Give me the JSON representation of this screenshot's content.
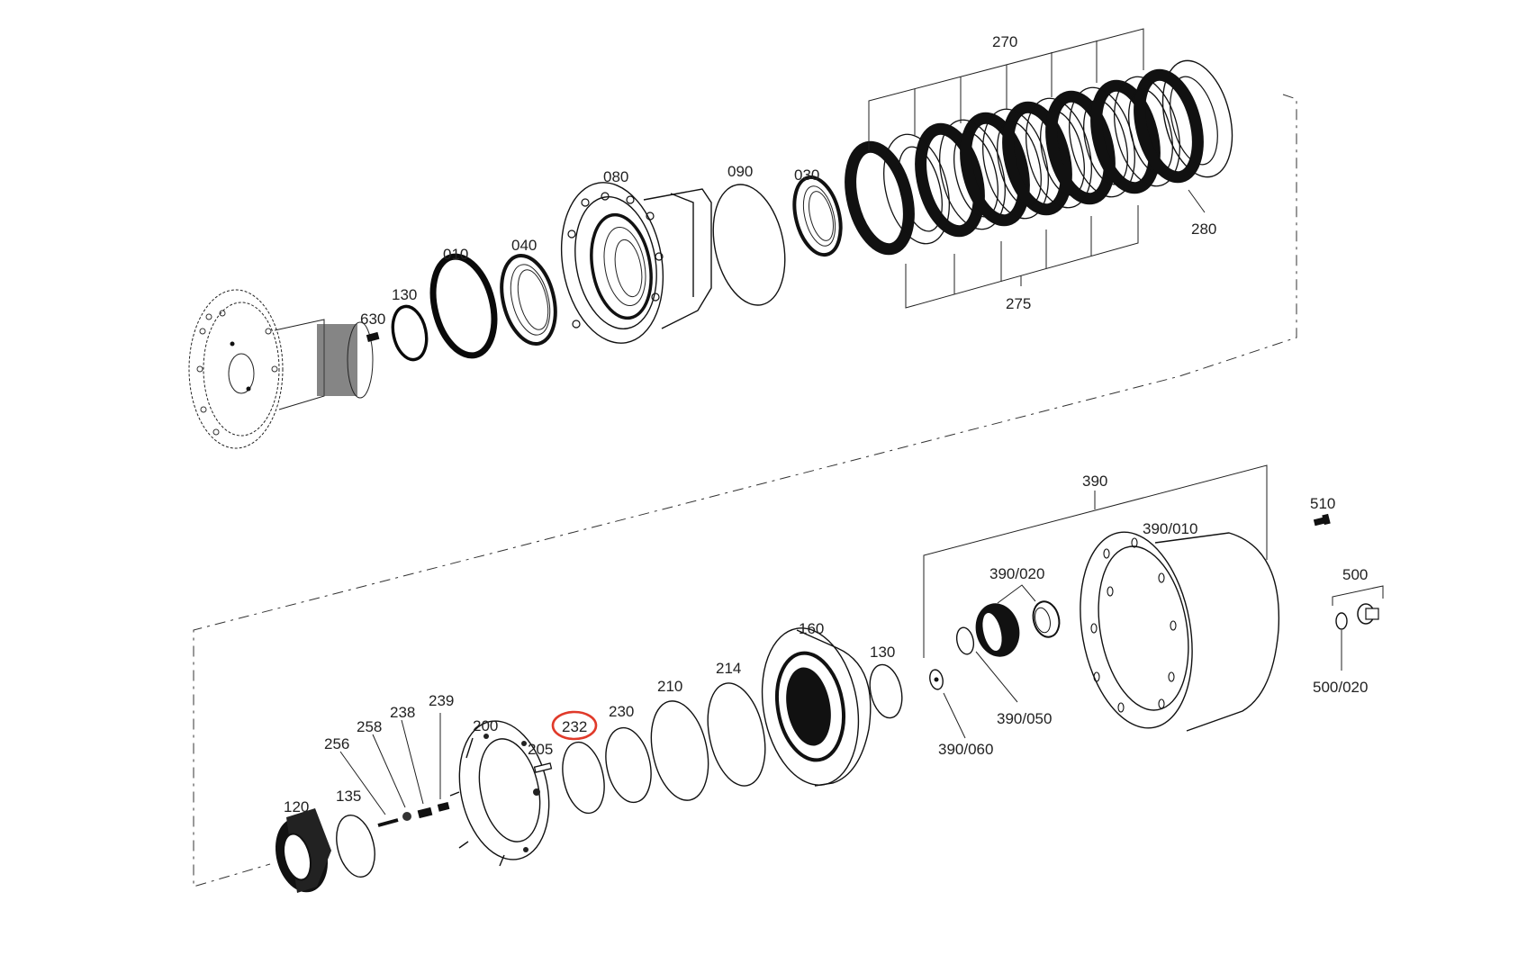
{
  "diagram": {
    "type": "exploded-parts-diagram",
    "highlighted_part": "232",
    "highlight_color": "#e03a2a",
    "upper_group": {
      "parts": [
        {
          "id": "p630",
          "label": "630"
        },
        {
          "id": "p130a",
          "label": "130"
        },
        {
          "id": "p010",
          "label": "010"
        },
        {
          "id": "p040",
          "label": "040"
        },
        {
          "id": "p080",
          "label": "080"
        },
        {
          "id": "p090",
          "label": "090"
        },
        {
          "id": "p030",
          "label": "030"
        },
        {
          "id": "p270",
          "label": "270"
        },
        {
          "id": "p275",
          "label": "275"
        },
        {
          "id": "p280",
          "label": "280"
        }
      ]
    },
    "lower_group": {
      "parts": [
        {
          "id": "p120",
          "label": "120"
        },
        {
          "id": "p135",
          "label": "135"
        },
        {
          "id": "p256",
          "label": "256"
        },
        {
          "id": "p258",
          "label": "258"
        },
        {
          "id": "p238",
          "label": "238"
        },
        {
          "id": "p239",
          "label": "239"
        },
        {
          "id": "p200",
          "label": "200"
        },
        {
          "id": "p205",
          "label": "205"
        },
        {
          "id": "p232",
          "label": "232"
        },
        {
          "id": "p230",
          "label": "230"
        },
        {
          "id": "p210",
          "label": "210"
        },
        {
          "id": "p214",
          "label": "214"
        },
        {
          "id": "p160",
          "label": "160"
        },
        {
          "id": "p130b",
          "label": "130"
        },
        {
          "id": "p390",
          "label": "390"
        },
        {
          "id": "p390_010",
          "label": "390/010"
        },
        {
          "id": "p390_020",
          "label": "390/020"
        },
        {
          "id": "p390_050",
          "label": "390/050"
        },
        {
          "id": "p390_060",
          "label": "390/060"
        },
        {
          "id": "p510",
          "label": "510"
        },
        {
          "id": "p500",
          "label": "500"
        },
        {
          "id": "p500_020",
          "label": "500/020"
        }
      ]
    }
  }
}
